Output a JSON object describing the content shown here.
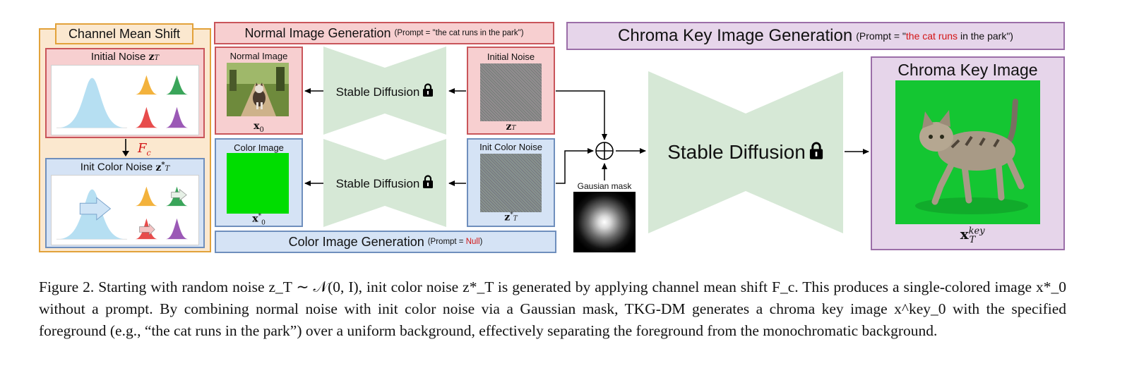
{
  "colors": {
    "orange_border": "#e2a23a",
    "orange_fill": "#fbe8cf",
    "red_border": "#c9555a",
    "red_fill": "#f7cfd0",
    "blue_border": "#6f8fbd",
    "blue_fill": "#d5e3f5",
    "purple_border": "#9b6ea8",
    "purple_fill": "#e6d5ea",
    "unet_fill": "#d6e8d6",
    "chroma_green": "#14c632",
    "color_image_green": "#00dd00"
  },
  "channel_mean_shift": {
    "title": "Channel Mean Shift",
    "initial_noise_label": "Initial Noise",
    "initial_noise_math": "z",
    "initial_noise_sub": "T",
    "shift_label": "F",
    "shift_sub": "c",
    "init_color_noise_label": "Init Color Noise",
    "init_color_noise_math": "z",
    "init_color_noise_sup": "*",
    "init_color_noise_sub": "T"
  },
  "normal_generation": {
    "title": "Normal Image Generation",
    "prompt_prefix": "(Prompt = \"",
    "prompt_text": "the cat runs in the park",
    "prompt_suffix": "\")",
    "output_label": "Normal Image",
    "output_math": "x",
    "output_sub": "0",
    "model_label": "Stable Diffusion",
    "noise_label": "Initial Noise",
    "noise_math": "z",
    "noise_sub": "T"
  },
  "color_generation": {
    "title": "Color Image Generation",
    "prompt_prefix": "(Prompt = ",
    "prompt_text": "Null",
    "prompt_suffix": ")",
    "output_label": "Color Image",
    "output_math": "x",
    "output_sup": "*",
    "output_sub": "0",
    "model_label": "Stable Diffusion",
    "noise_label": "Init Color Noise",
    "noise_math": "z",
    "noise_sup": "*",
    "noise_sub": "T"
  },
  "gaussian_mask": {
    "label": "Gausian mask"
  },
  "chroma_generation": {
    "title": "Chroma Key Image Generation",
    "prompt_prefix": "(Prompt = \"",
    "prompt_highlight": "the cat runs",
    "prompt_rest": " in the park",
    "prompt_suffix": "\")",
    "model_label": "Stable Diffusion",
    "output_title": "Chroma Key Image",
    "output_math": "x",
    "output_sup": "key",
    "output_sub": "T"
  },
  "caption": {
    "text": "Figure 2. Starting with random noise z_T ∼ 𝒩(0, I), init color noise z*_T is generated by applying channel mean shift F_c. This produces a single-colored image x*_0 without a prompt. By combining normal noise with init color noise via a Gaussian mask, TKG-DM generates a chroma key image x^key_0 with the specified foreground (e.g., “the cat runs in the park”) over a uniform background, effectively separating the foreground from the monochromatic background."
  }
}
